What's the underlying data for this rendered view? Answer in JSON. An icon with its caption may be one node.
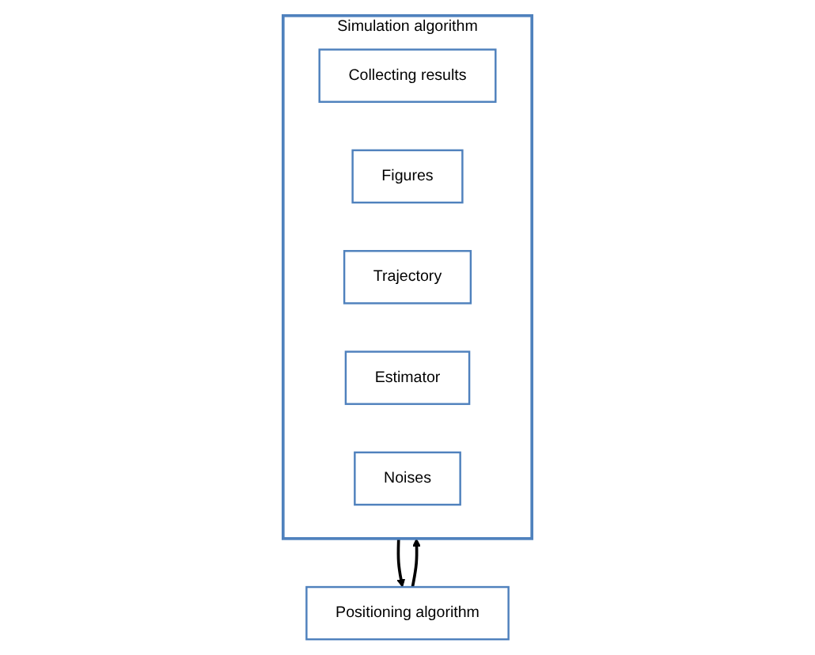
{
  "diagram": {
    "nodes": [
      {
        "text": [
          "Simulation algorithm"
        ]
      },
      {
        "text": [
          "Collecting results"
        ],
        "in": 0
      },
      {
        "text": [
          "Figures"
        ],
        "in": 0
      },
      {
        "text": [
          "Trajectory"
        ],
        "in": 0
      },
      {
        "text": [
          "Estimator"
        ],
        "in": 0
      },
      {
        "text": [
          "Noises"
        ],
        "in": 0
      },
      {
        "text": [
          "Positioning algorithm"
        ]
      }
    ],
    "edges": [
      {
        "from": 0,
        "to": 6,
        "arrow": "to"
      },
      {
        "from": 6,
        "to": 0,
        "arrow": "to"
      }
    ]
  }
}
